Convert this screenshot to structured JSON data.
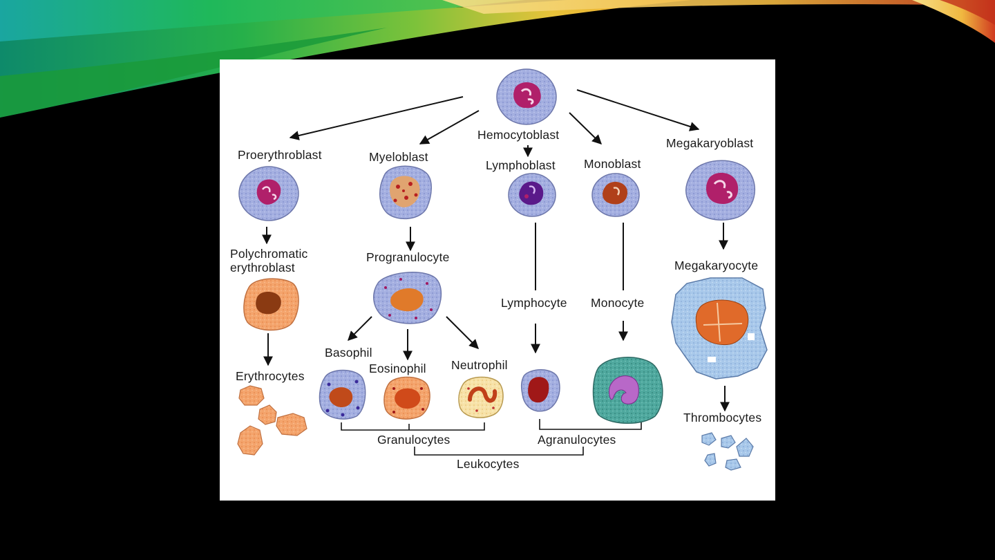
{
  "diagram": {
    "labels": {
      "hemocytoblast": "Hemocytoblast",
      "proerythroblast": "Proerythroblast",
      "myeloblast": "Myeloblast",
      "lymphoblast": "Lymphoblast",
      "monoblast": "Monoblast",
      "megakaryoblast": "Megakaryoblast",
      "polychromatic_line1": "Polychromatic",
      "polychromatic_line2": "erythroblast",
      "progranulocyte": "Progranulocyte",
      "megakaryocyte": "Megakaryocyte",
      "lymphocyte": "Lymphocyte",
      "monocyte": "Monocyte",
      "basophil": "Basophil",
      "eosinophil": "Eosinophil",
      "neutrophil": "Neutrophil",
      "erythrocytes": "Erythrocytes",
      "thrombocytes": "Thrombocytes",
      "granulocytes": "Granulocytes",
      "agranulocytes": "Agranulocytes",
      "leukocytes": "Leukocytes"
    },
    "colors": {
      "cytoplasm_blue": "#9aa6dc",
      "nucleus_magenta": "#b0206a",
      "erythro_orange": "#f2a26a",
      "mono_teal": "#4aa39a",
      "platelet_blue": "#a9c6e6"
    }
  }
}
